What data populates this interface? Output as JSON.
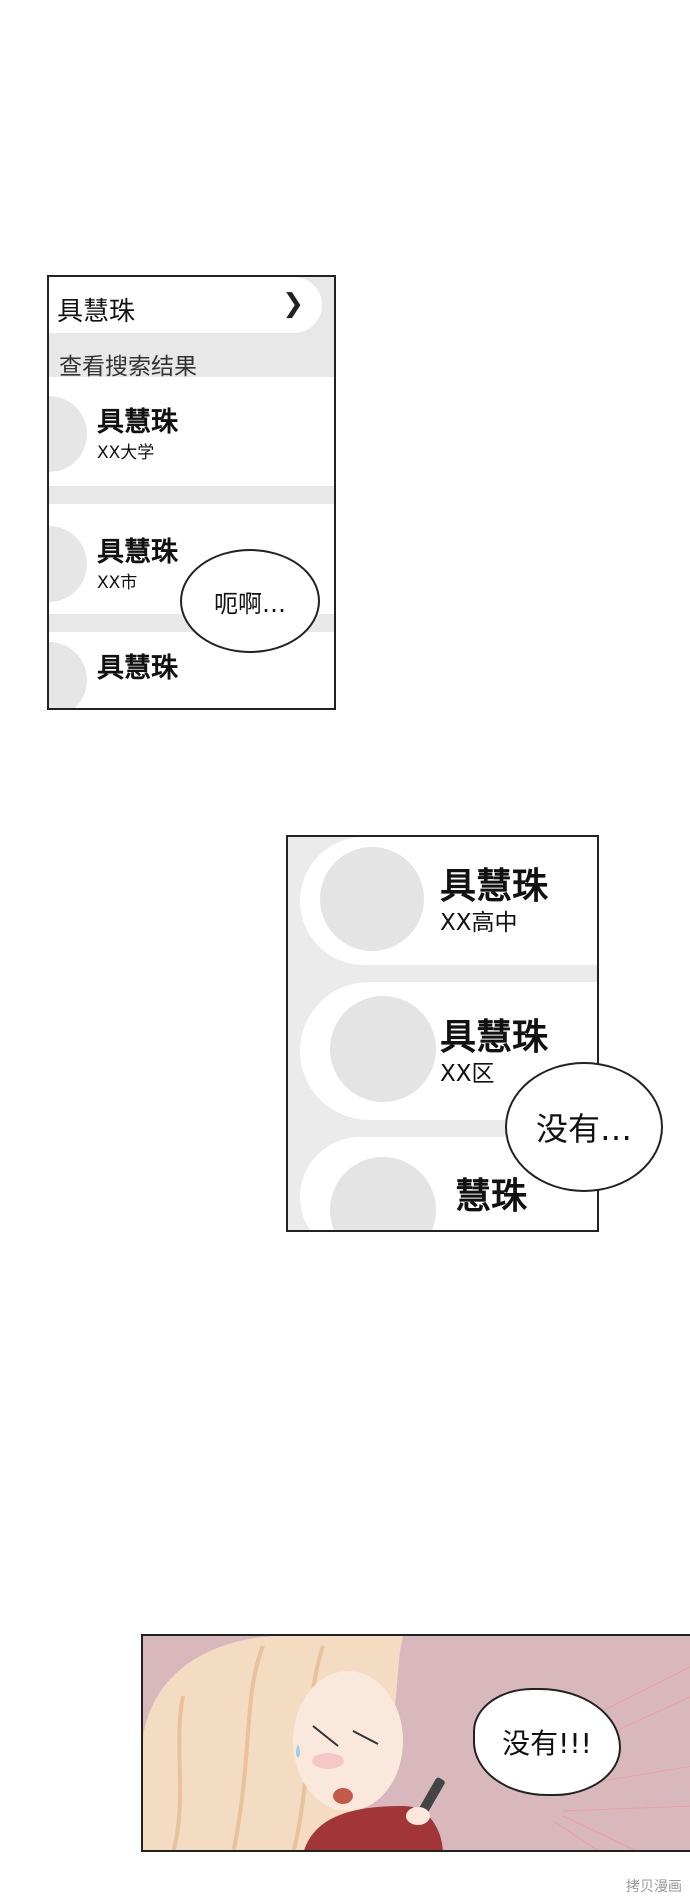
{
  "panel1": {
    "search_query": "具慧珠",
    "see_all": "查看搜索结果",
    "results": [
      {
        "name": "具慧珠",
        "detail": "XX大学"
      },
      {
        "name": "具慧珠",
        "detail": "XX市"
      },
      {
        "name": "具慧珠",
        "detail": ""
      }
    ],
    "bubble": "呃啊…"
  },
  "panel2": {
    "results": [
      {
        "name": "具慧珠",
        "detail": "XX高中"
      },
      {
        "name": "具慧珠",
        "detail": "XX区"
      },
      {
        "name": "慧珠",
        "detail": ""
      }
    ],
    "bubble": "没有…"
  },
  "panel3": {
    "bubble": "没有!!!"
  },
  "watermark": "拷贝漫画"
}
